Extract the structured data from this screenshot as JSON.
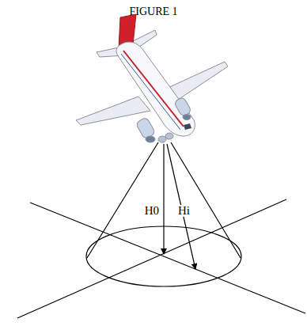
{
  "diagram": {
    "title": "FIGURE 1",
    "labels": [
      "H0",
      "Hi"
    ]
  }
}
